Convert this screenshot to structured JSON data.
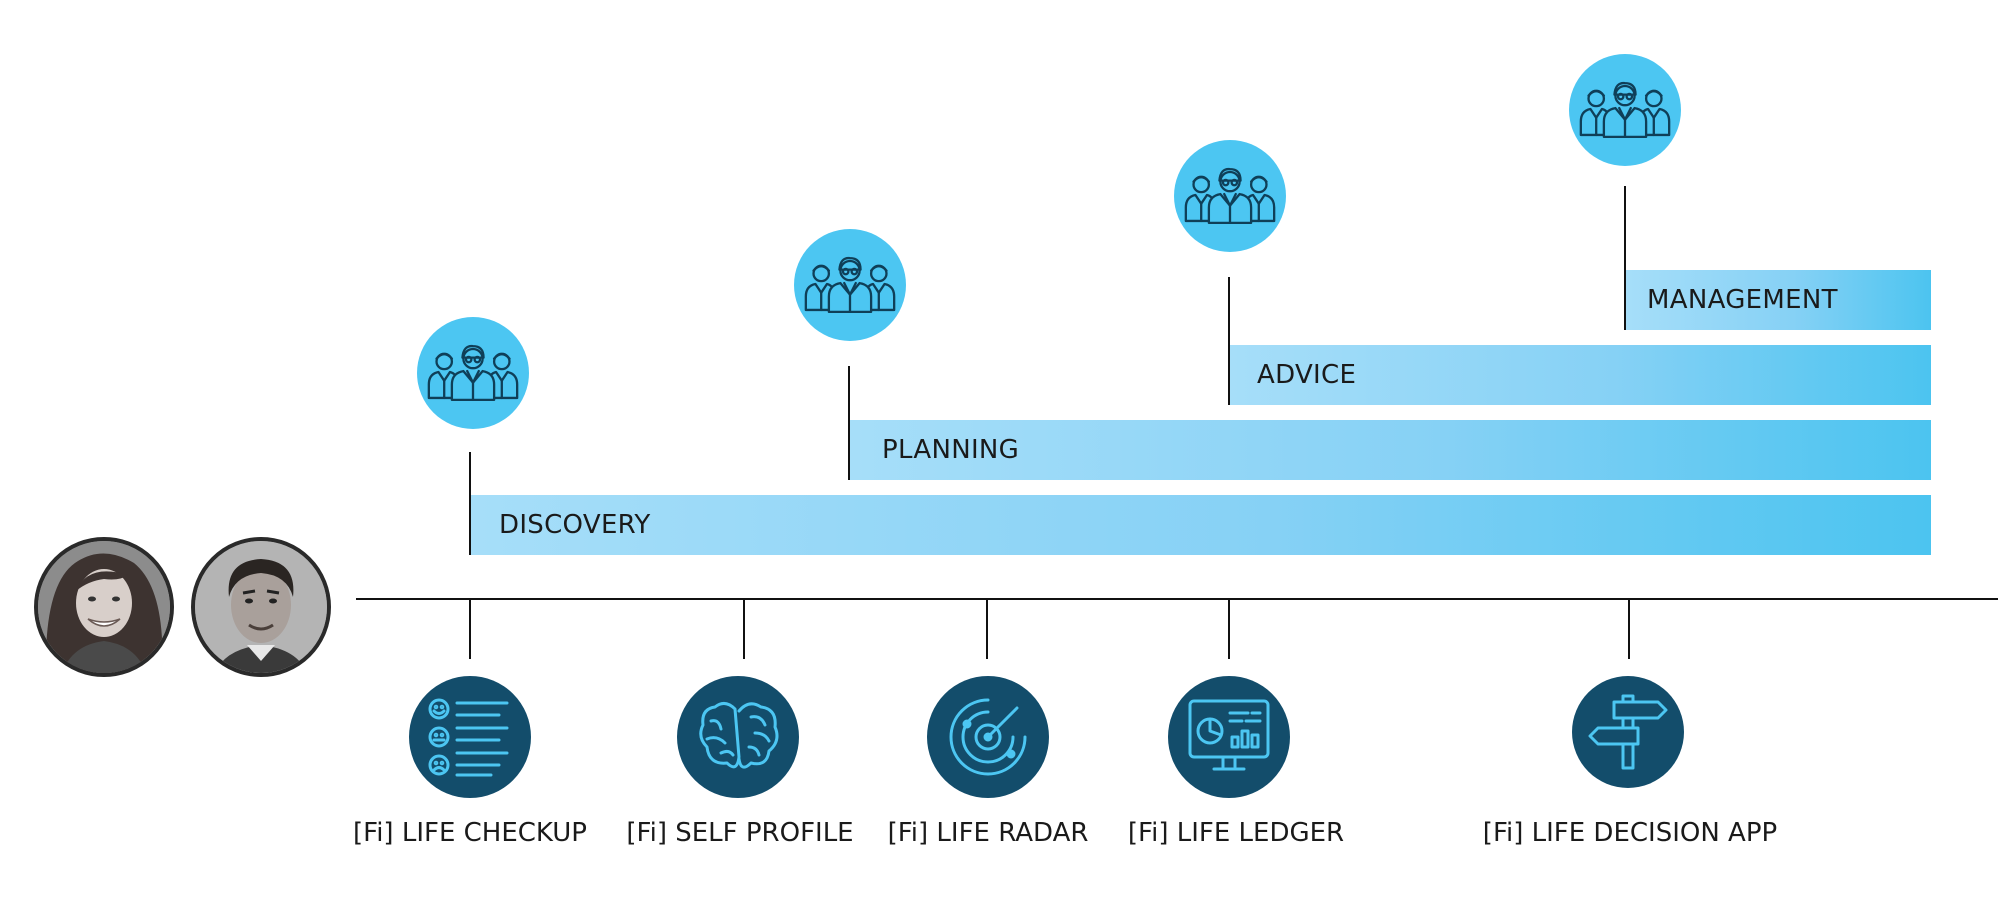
{
  "colors": {
    "band_light": "#a6def9",
    "band_dark": "#4cc4f0",
    "people_icon_bg": "#4cc6f2",
    "tool_icon_bg": "#134d6b",
    "tool_icon_stroke": "#4cc6f2",
    "line": "#111111"
  },
  "bands": {
    "discovery": "DISCOVERY",
    "planning": "PLANNING",
    "advice": "ADVICE",
    "management": "MANAGEMENT"
  },
  "tools": {
    "checkup": {
      "label": "[Fi] LIFE CHECKUP",
      "icon": "survey-icon"
    },
    "profile": {
      "label": "[Fi] SELF PROFILE",
      "icon": "brain-heart-icon"
    },
    "radar": {
      "label": "[Fi] LIFE RADAR",
      "icon": "radar-icon"
    },
    "ledger": {
      "label": "[Fi] LIFE LEDGER",
      "icon": "dashboard-icon"
    },
    "decision": {
      "label": "[Fi] LIFE DECISION APP",
      "icon": "signpost-icon"
    }
  },
  "people_icons": [
    "team-icon",
    "team-icon",
    "team-icon",
    "team-icon"
  ],
  "avatars": [
    "woman-avatar",
    "man-avatar"
  ]
}
